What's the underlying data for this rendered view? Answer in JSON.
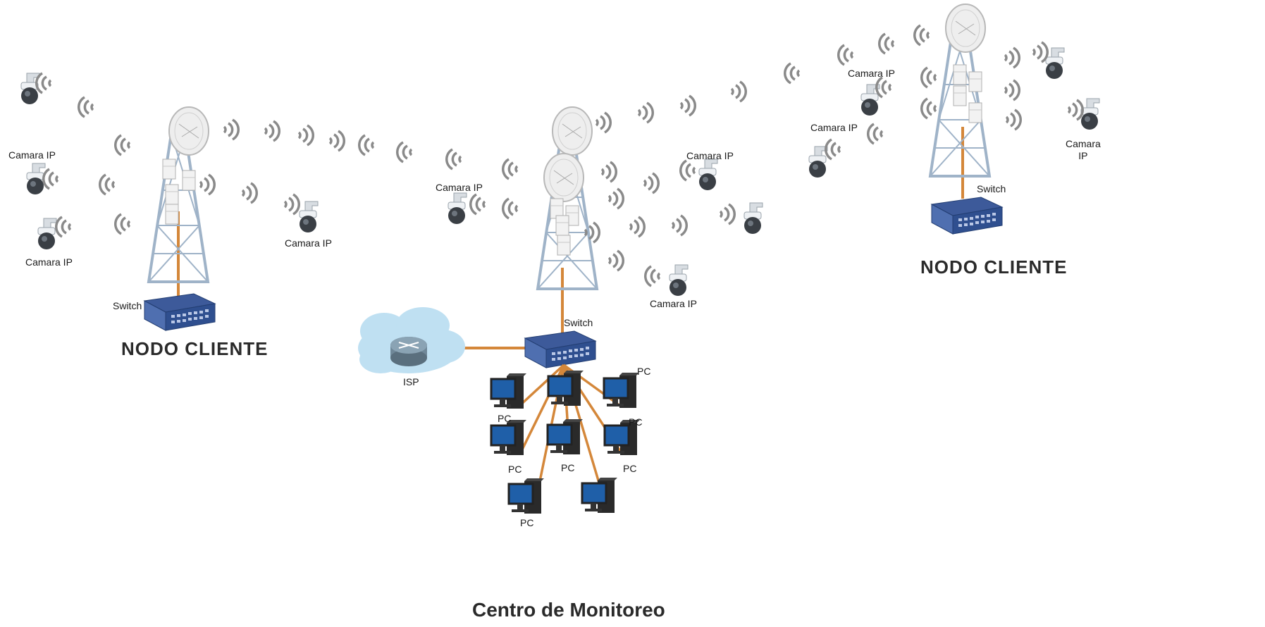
{
  "nodes": {
    "left": {
      "title": "NODO CLIENTE",
      "switch_label": "Switch"
    },
    "center": {
      "title": "Centro de Monitoreo",
      "switch_label": "Switch",
      "isp_label": "ISP"
    },
    "right": {
      "title": "NODO CLIENTE",
      "switch_label": "Switch"
    }
  },
  "camera_labels": {
    "left_1": "Camara IP",
    "left_2": "Camara IP",
    "left_3": "Camara IP",
    "center_1": "Camara IP",
    "center_2": "Camara IP",
    "center_3": "Camara IP",
    "right_1": "Camara IP",
    "right_2": "Camara IP",
    "right_3": "Camara\nIP"
  },
  "pc_labels": [
    "PC",
    "PC",
    "PC",
    "PC",
    "PC",
    "PC",
    "PC"
  ],
  "colors": {
    "cable": "#d4873a",
    "switch": "#2f4f8f",
    "tower": "#9fb3c8",
    "waves": "#8a8a8a",
    "monitor_screen": "#1f5fa8",
    "cloud": "#bfe0f2"
  }
}
